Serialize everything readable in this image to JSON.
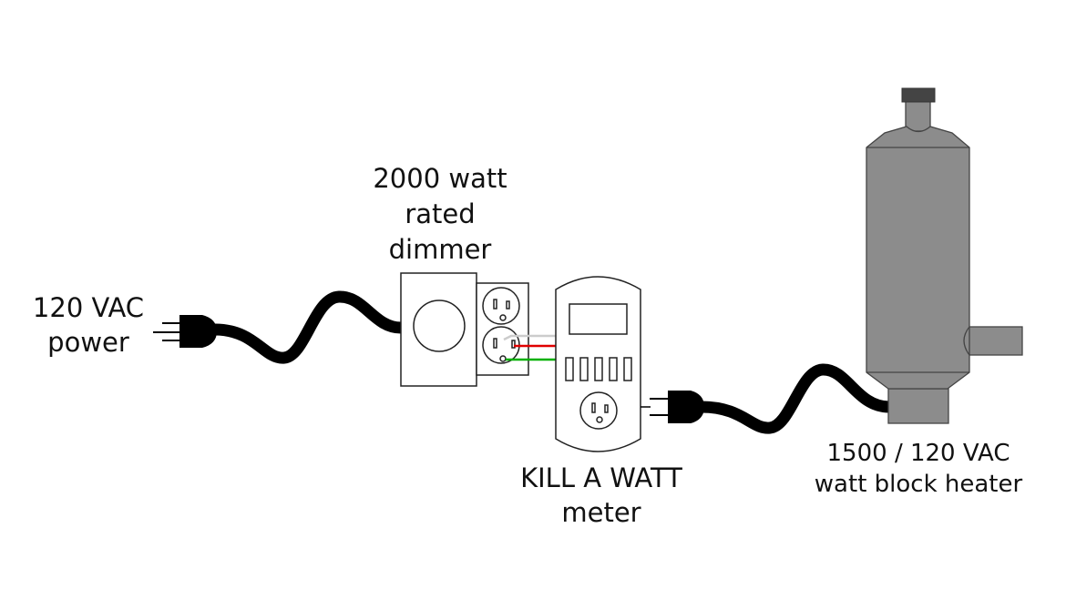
{
  "labels": {
    "power": [
      "120 VAC",
      "power"
    ],
    "dimmer": [
      "2000 watt",
      "rated",
      "dimmer"
    ],
    "meter": [
      "KILL A WATT",
      "meter"
    ],
    "heater": [
      "1500 / 120 VAC",
      "watt block heater"
    ]
  },
  "colors": {
    "heater": "#8c8c8c",
    "heater_cap": "#444444",
    "wire_neutral": "#cccccc",
    "wire_hot": "#e00000",
    "wire_ground": "#00b000",
    "cord": "#000000"
  }
}
